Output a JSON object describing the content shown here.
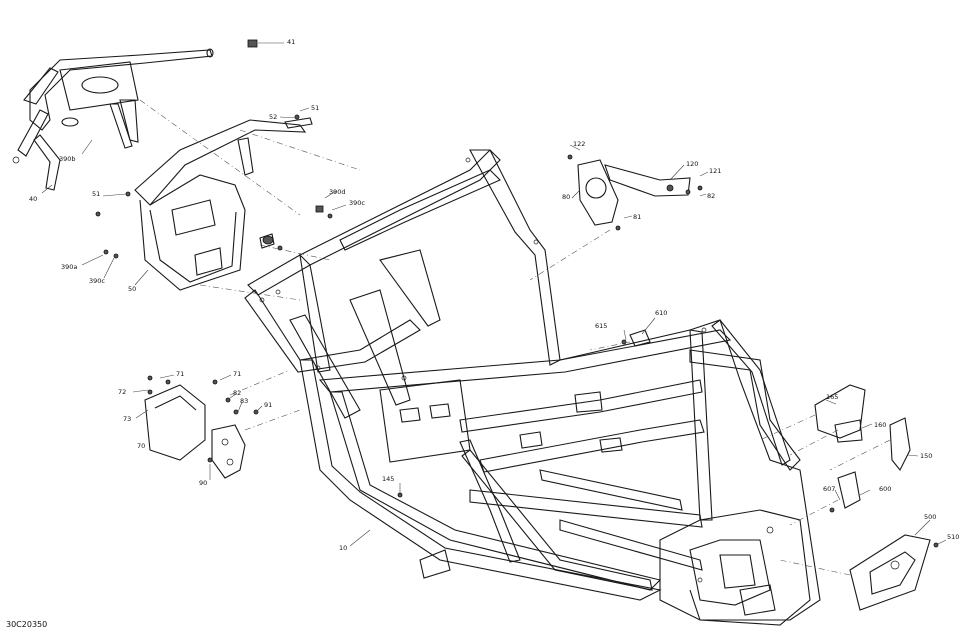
{
  "drawing_code": "30C20350",
  "callouts": {
    "c41": "41",
    "c51a": "51",
    "c52": "52",
    "c40": "40",
    "c390b": "390b",
    "c390d": "390d",
    "c390c_a": "390c",
    "c51b": "51",
    "c390a": "390a",
    "c390c_b": "390c",
    "c50": "50",
    "c122": "122",
    "c120": "120",
    "c121": "121",
    "c82a": "82",
    "c80": "80",
    "c81": "81",
    "c615": "615",
    "c610": "610",
    "c71a": "71",
    "c71b": "71",
    "c72": "72",
    "c73": "73",
    "c82b": "82",
    "c83": "83",
    "c91": "91",
    "c70": "70",
    "c90": "90",
    "c165": "165",
    "c160": "160",
    "c150": "150",
    "c145": "145",
    "c607": "607",
    "c600": "600",
    "c10": "10",
    "c500": "500",
    "c510": "510"
  }
}
